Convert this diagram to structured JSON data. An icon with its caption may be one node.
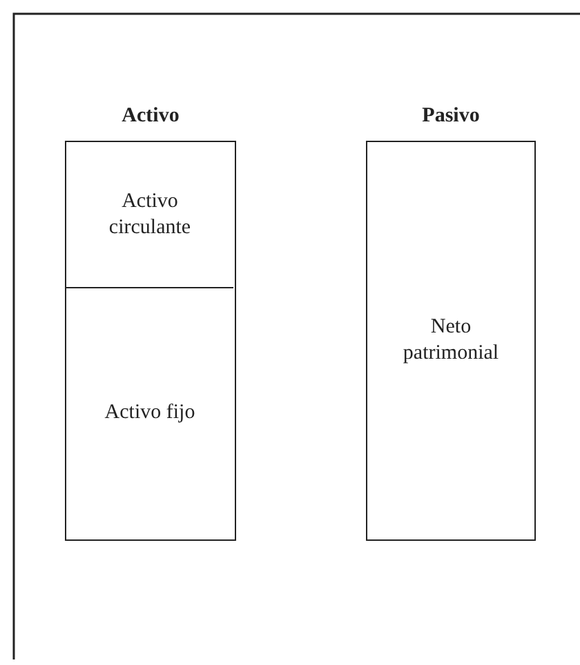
{
  "diagram": {
    "nodes": [
      {
        "text": [
          "Activo"
        ]
      },
      {
        "text": [
          "Activo circulante"
        ],
        "in": 0
      },
      {
        "text": [
          "Activo fijo"
        ],
        "in": 0
      },
      {
        "text": [
          "Pasivo",
          "Neto patrimonial"
        ]
      }
    ]
  }
}
